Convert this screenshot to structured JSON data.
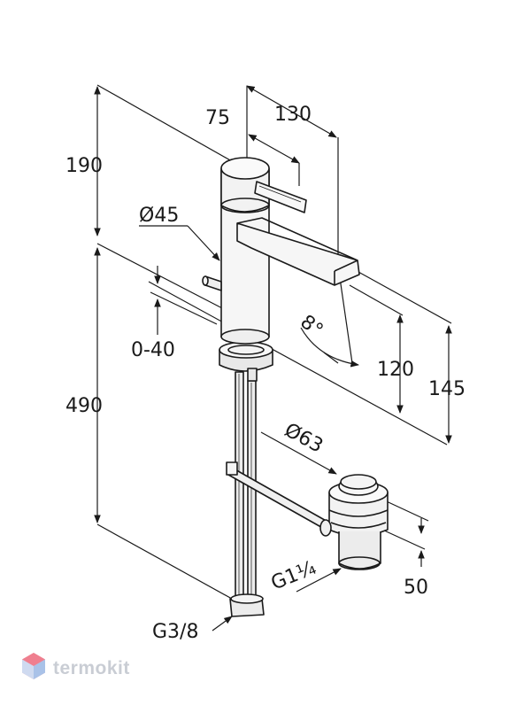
{
  "dimensions": {
    "height_top": "190",
    "height_total": "490",
    "width_spout": "130",
    "width_handle": "75",
    "body_diameter": "Ø45",
    "popup_travel": "0-40",
    "spout_angle": "8°",
    "spout_height": "120",
    "outlet_height": "145",
    "drain_diameter": "Ø63",
    "drain_height": "50",
    "drain_thread": "G1¼",
    "supply_thread": "G3/8"
  },
  "watermark": {
    "text": "termokit",
    "icon": "termokit-logo-icon",
    "color": "#c9cdd4"
  },
  "colors": {
    "line": "#1a1a1a",
    "metal_light": "#f2f2f2",
    "metal_mid": "#d9d9d9"
  }
}
